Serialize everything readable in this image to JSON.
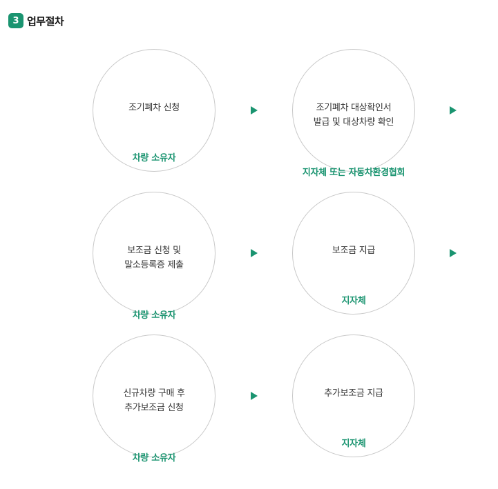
{
  "header": {
    "step_number": "3",
    "title": "업무절차"
  },
  "steps": [
    {
      "lines": [
        "조기폐차 신청"
      ],
      "actor": "차량 소유자"
    },
    {
      "lines": [
        "조기폐차 대상확인서",
        "발급 및 대상차량 확인"
      ],
      "actor": "지자체 또는 자동차환경협회"
    },
    {
      "lines": [
        "보조금 신청 및",
        "말소등록증 제출"
      ],
      "actor": "차량 소유자"
    },
    {
      "lines": [
        "보조금 지급"
      ],
      "actor": "지자체"
    },
    {
      "lines": [
        "신규차량 구매 후",
        "추가보조금 신청"
      ],
      "actor": "차량 소유자"
    },
    {
      "lines": [
        "추가보조금 지급"
      ],
      "actor": "지자체"
    }
  ],
  "colors": {
    "accent": "#1a9470",
    "circle_border": "#c8c8c8",
    "text": "#333333"
  },
  "icons": {
    "arrow": "triangle-right-icon"
  }
}
